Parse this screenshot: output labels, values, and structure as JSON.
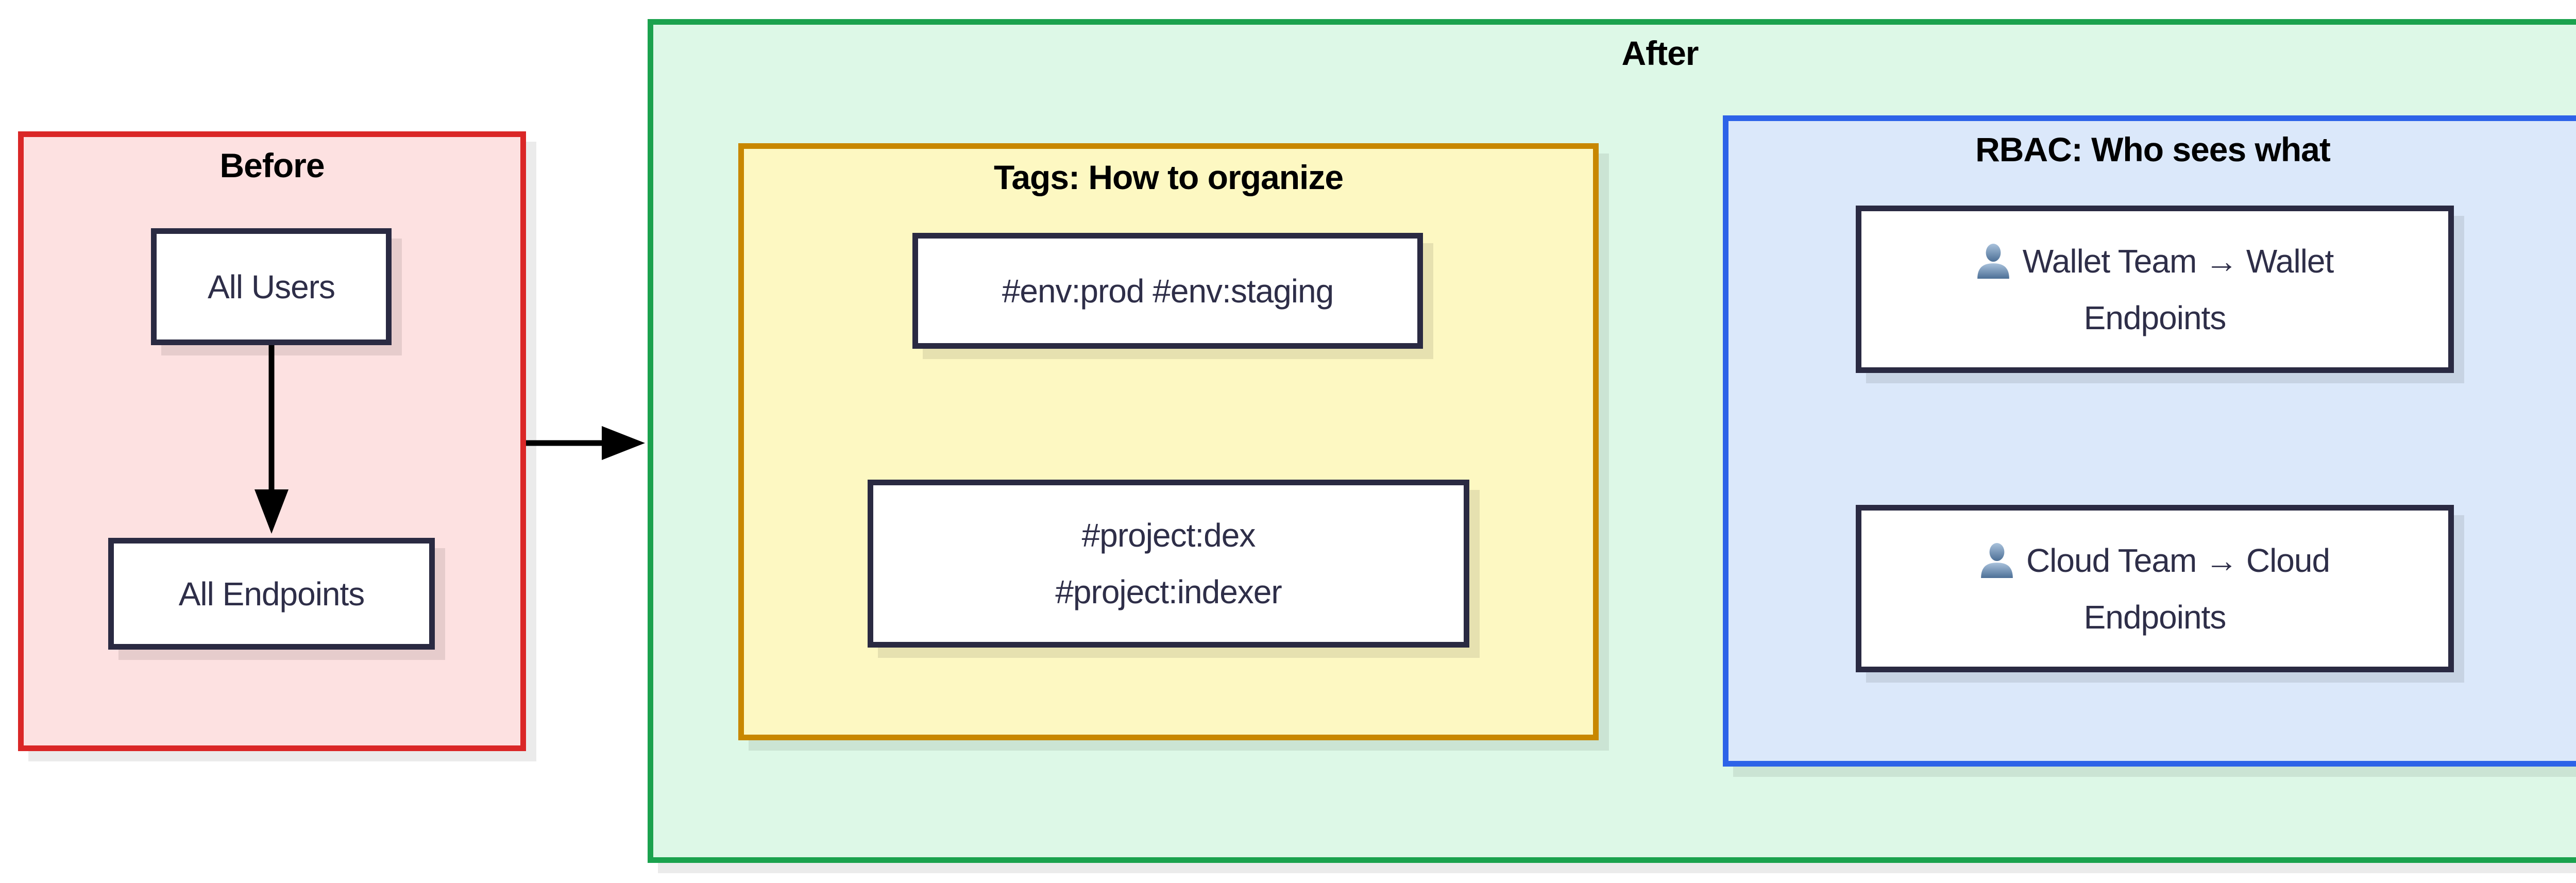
{
  "diagram": {
    "edge_color": "#000000",
    "title_color": "#000000",
    "node_style": {
      "border_color": "#2a2a42",
      "fill_color": "#ffffff",
      "text_color": "#2e2e48"
    },
    "person_icon": {
      "name": "person-bust-icon",
      "top_color": "#a9c2dc",
      "bottom_color": "#4c6f96"
    },
    "before_group": {
      "label": "Before",
      "border_color": "#da2727",
      "fill_color": "#fde1e1",
      "nodes": {
        "all_users": {
          "label": "All Users"
        },
        "all_endpoints": {
          "label": "All Endpoints"
        }
      }
    },
    "after_group": {
      "label": "After",
      "border_color": "#1ba24e",
      "fill_color": "#ddf8e7",
      "tags_group": {
        "label": "Tags: How to organize",
        "border_color": "#c88700",
        "fill_color": "#fdf8c2",
        "nodes": {
          "env_tags": {
            "label": "#env:prod #env:staging"
          },
          "project_tags": {
            "line1": "#project:dex",
            "line2": "#project:indexer"
          }
        }
      },
      "rbac_group": {
        "label": "RBAC: Who sees what",
        "border_color": "#2d63e8",
        "fill_color": "#dbe8fa",
        "nodes": {
          "wallet_team": {
            "icon": "person-bust-icon",
            "line1": "Wallet Team → Wallet",
            "line2": "Endpoints"
          },
          "cloud_team": {
            "icon": "person-bust-icon",
            "line1": "Cloud Team → Cloud",
            "line2": "Endpoints"
          }
        }
      }
    },
    "edges": [
      {
        "from": "All Users",
        "to": "All Endpoints"
      },
      {
        "from": "Before",
        "to": "After"
      }
    ]
  }
}
